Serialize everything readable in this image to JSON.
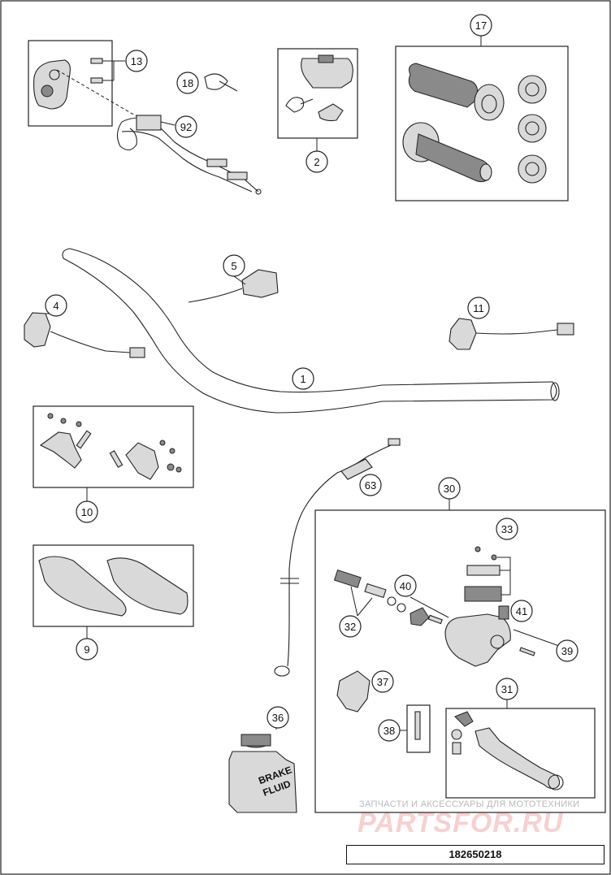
{
  "diagram": {
    "callouts": {
      "c1": "1",
      "c2": "2",
      "c4": "4",
      "c5": "5",
      "c9": "9",
      "c10": "10",
      "c11": "11",
      "c13": "13",
      "c17": "17",
      "c18": "18",
      "c30": "30",
      "c31": "31",
      "c32": "32",
      "c33": "33",
      "c36": "36",
      "c37": "37",
      "c38": "38",
      "c39": "39",
      "c40": "40",
      "c41": "41",
      "c63": "63",
      "c92": "92"
    },
    "bottle_label": [
      "BRAKE",
      "FLUID"
    ],
    "watermark": {
      "tagline": "ЗАПЧАСТИ И АКСЕССУАРЫ ДЛЯ МОТОТЕХНИКИ",
      "logo": "PARTSFOR.RU"
    },
    "drawing_number": "182650218"
  }
}
